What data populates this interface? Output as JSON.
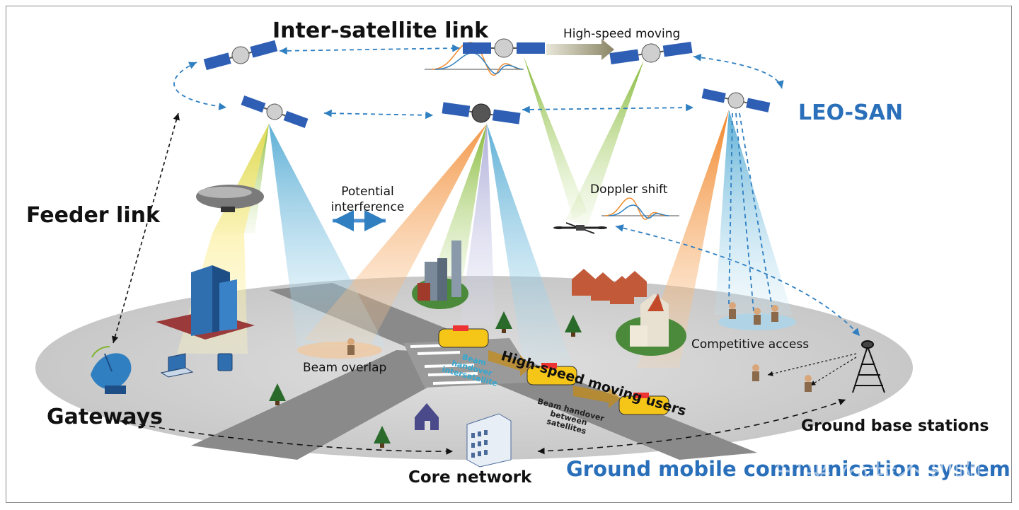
{
  "labels": {
    "inter_satellite_link": "Inter-satellite link",
    "high_speed_moving": "High-speed moving",
    "leo_san": "LEO-SAN",
    "feeder_link": "Feeder link",
    "potential_interference": "Potential interference",
    "doppler_shift": "Doppler shift",
    "beam_overlap": "Beam overlap",
    "high_speed_moving_users": "High-speed moving users",
    "beam_handover_intersatellite": "Beam handover intersatellite",
    "beam_handover_between_satellites": "Beam handover between satellites",
    "competitive_access": "Competitive access",
    "gateways": "Gateways",
    "ground_base_stations": "Ground base stations",
    "core_network": "Core network",
    "ground_mobile_communication_system": "Ground mobile communication system"
  },
  "watermark": "知乎 @我不知啊",
  "colors": {
    "blue_title": "#2a6fba",
    "link_blue": "#2f7fc1",
    "beam_green": "#8cbf3f",
    "beam_blue": "#6db8d9",
    "beam_orange": "#f08a2c",
    "beam_yellow": "#f4e36a",
    "ground": "#d4d4d4",
    "road": "#8a8a8a",
    "taxi": "#f5c518"
  },
  "icons": [
    "satellite-icon",
    "airship-icon",
    "drone-icon",
    "dish-antenna-icon",
    "tower-icon",
    "building-icon",
    "house-icon",
    "tree-icon",
    "car-icon",
    "person-icon",
    "laptop-icon",
    "tablet-icon"
  ]
}
